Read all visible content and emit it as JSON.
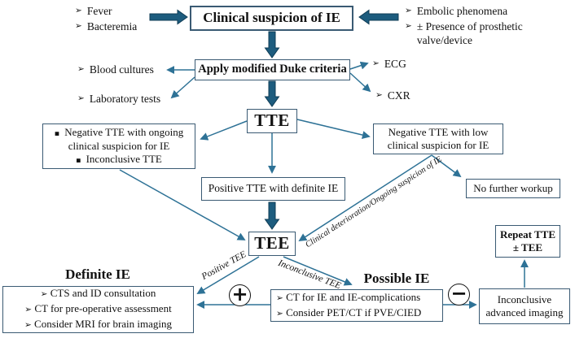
{
  "colors": {
    "thick_arrow": "#1d5c7e",
    "thick_arrow_edge": "#0f3c55",
    "thin_line": "#2e7296",
    "box_border": "#3a5a73",
    "text": "#111111",
    "background": "#ffffff"
  },
  "glyphs": {
    "arrow_bullet": "➢",
    "square_bullet": "▪",
    "plus": "+",
    "minus": "−"
  },
  "nodes": {
    "clinical_suspicion": "Clinical suspicion of IE",
    "fever_list": {
      "items": [
        "Fever",
        "Bacteremia"
      ]
    },
    "embolic_list": {
      "items": [
        "Embolic phenomena",
        "± Presence of prosthetic valve/device"
      ]
    },
    "duke": "Apply modified Duke criteria",
    "blood_cultures": "Blood cultures",
    "laboratory_tests": "Laboratory tests",
    "ecg": "ECG",
    "cxr": "CXR",
    "tte": "TTE",
    "neg_ongoing": {
      "items": [
        "Negative TTE with ongoing clinical suspicion for IE",
        "Inconclusive TTE"
      ]
    },
    "neg_low": "Negative TTE with low clinical suspicion for IE",
    "pos_tte": "Positive TTE with definite IE",
    "no_workup": "No further workup",
    "tee": "TEE",
    "repeat_tte": {
      "line1": "Repeat TTE",
      "line2": "± TEE"
    },
    "definite": {
      "heading": "Definite IE",
      "items": [
        "CTS and ID consultation",
        "CT for pre-operative assessment",
        "Consider MRI for brain imaging"
      ]
    },
    "possible": {
      "heading": "Possible IE",
      "items": [
        "CT for IE and IE-complications",
        "Consider PET/CT if PVE/CIED"
      ]
    },
    "inconclusive": {
      "line1": "Inconclusive",
      "line2": "advanced imaging"
    }
  },
  "edge_labels": {
    "clinical_deterioration": "Clinical deterioration/Ongoing suspicion of IE",
    "positive_tee": "Positive TEE",
    "inconclusive_tee": "Inconclusive TEE"
  }
}
